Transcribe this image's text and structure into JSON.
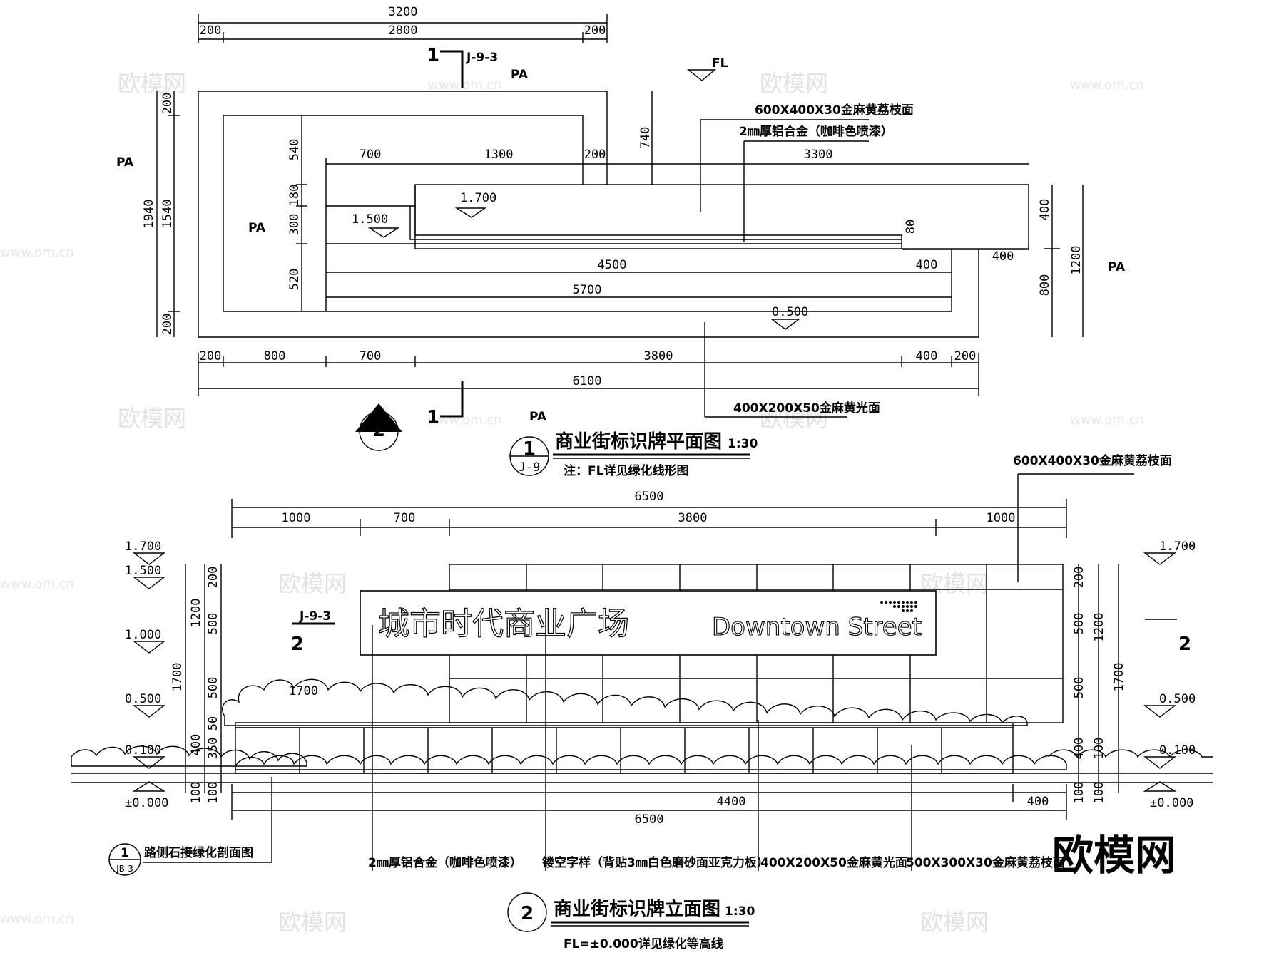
{
  "plan": {
    "title": "商业街标识牌平面图",
    "scale": "1:30",
    "note": "注：FL详见绿化线形图",
    "callout_num": "1",
    "callout_ref": "J-9",
    "section_ref_num": "2",
    "section_mark": "1",
    "section_sheet": "J-9-3",
    "label_pa": "PA",
    "label_fl": "FL",
    "top_dims": [
      "3200",
      "200",
      "2800",
      "200"
    ],
    "bottom_dims": [
      "200",
      "800",
      "700",
      "3800",
      "400",
      "200",
      "6100"
    ],
    "left_dims": [
      "1940",
      "200",
      "1540",
      "200",
      "540",
      "180",
      "300",
      "520"
    ],
    "right_dims": [
      "400",
      "1200",
      "800"
    ],
    "inner_dims": [
      "700",
      "1300",
      "200",
      "3300",
      "740",
      "80",
      "4500",
      "400",
      "400",
      "5700"
    ],
    "levels": [
      "1.700",
      "1.500",
      "0.500"
    ],
    "material_1": "600X400X30金麻黄荔枝面",
    "material_2": "2㎜厚铝合金（咖啡色喷漆）",
    "material_3": "400X200X50金麻黄光面"
  },
  "elevation": {
    "title": "商业街标识牌立面图",
    "scale": "1:30",
    "note": "FL=±0.000详见绿化等高线",
    "callout_num": "2",
    "sign_text_cn": "城市时代商业广场",
    "sign_text_en": "Downtown Street",
    "section_sheet": "J-9-3",
    "section_mark": "2",
    "top_dims": [
      "6500",
      "1000",
      "700",
      "3800",
      "1000"
    ],
    "bottom_dims": [
      "4400",
      "400",
      "6500"
    ],
    "left_levels": [
      "1.700",
      "1.500",
      "1.000",
      "0.500",
      "0.100",
      "±0.000"
    ],
    "right_levels": [
      "1.700",
      "0.500",
      "0.100",
      "±0.000"
    ],
    "left_vdims": [
      "1700",
      "1200",
      "200",
      "500",
      "500",
      "50",
      "400",
      "350",
      "100",
      "100"
    ],
    "right_vdims": [
      "200",
      "500",
      "1200",
      "1700",
      "500",
      "400",
      "100",
      "100",
      "100"
    ],
    "inner_dim": "1700",
    "material_top": "600X400X30金麻黄荔枝面",
    "material_1": "2㎜厚铝合金（咖啡色喷漆）",
    "material_2": "镂空字样（背贴3㎜白色磨砂面亚克力板）",
    "material_3": "400X200X50金麻黄光面",
    "material_4": "500X300X30金麻黄荔枝面",
    "detail_ref_num": "1",
    "detail_ref_sheet": "JB-3",
    "detail_ref_text": "路侧石接绿化剖面图"
  },
  "watermark": {
    "brand": "欧模网",
    "url": "www.om.cn"
  }
}
